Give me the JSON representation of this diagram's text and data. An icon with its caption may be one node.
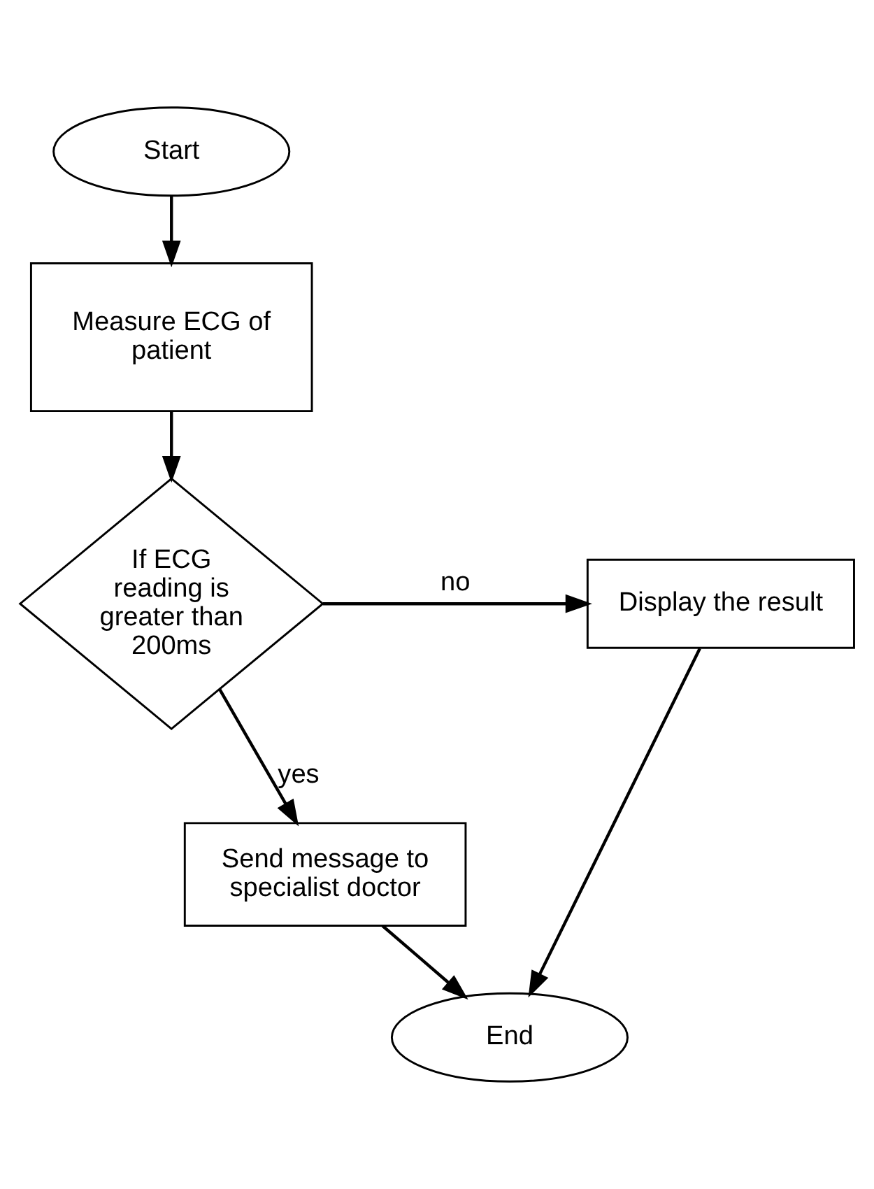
{
  "diagram": {
    "nodes": [
      {
        "text": [
          "Start"
        ]
      },
      {
        "text": [
          "Measure ECG of patient"
        ]
      },
      {
        "text": [
          "If ECG reading is greater than 200ms"
        ]
      },
      {
        "text": [
          "Display the result"
        ]
      },
      {
        "text": [
          "Send message to specialist doctor"
        ]
      },
      {
        "text": [
          "End"
        ]
      }
    ],
    "edges": [
      {
        "from": 0,
        "to": 1,
        "arrow": "to"
      },
      {
        "from": 1,
        "to": 2,
        "arrow": "to"
      },
      {
        "from": 2,
        "to": 3,
        "arrow": "to",
        "label": "no"
      },
      {
        "from": 2,
        "to": 4,
        "arrow": "to",
        "label": "yes"
      },
      {
        "from": 4,
        "to": 5,
        "arrow": "to"
      },
      {
        "from": 3,
        "to": 5,
        "arrow": "to"
      }
    ]
  }
}
